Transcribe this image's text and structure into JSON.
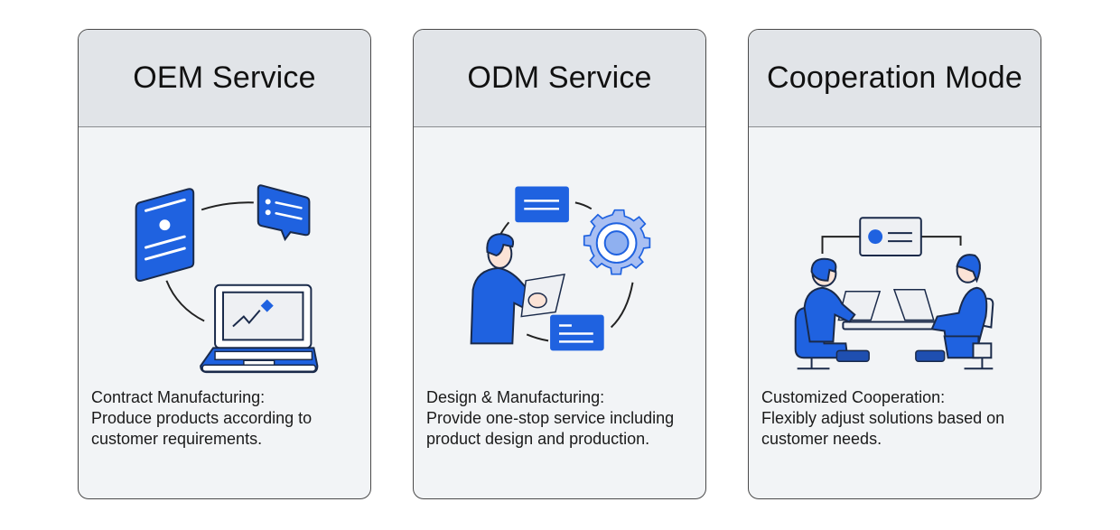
{
  "accent_color": "#1f62e0",
  "cards": [
    {
      "title": "OEM Service",
      "illustration": "documents-chat-laptop-chart-icon",
      "desc_heading": "Contract Manufacturing:",
      "desc_body": "Produce products according to\ncustomer requirements."
    },
    {
      "title": "ODM Service",
      "illustration": "designer-gear-cycle-icon",
      "desc_heading": "Design & Manufacturing:",
      "desc_body": "Provide one-stop service including\nproduct design and production."
    },
    {
      "title": "Cooperation Mode",
      "illustration": "meeting-table-people-icon",
      "desc_heading": "Customized Cooperation:",
      "desc_body": "Flexibly adjust solutions based on\ncustomer needs."
    }
  ]
}
